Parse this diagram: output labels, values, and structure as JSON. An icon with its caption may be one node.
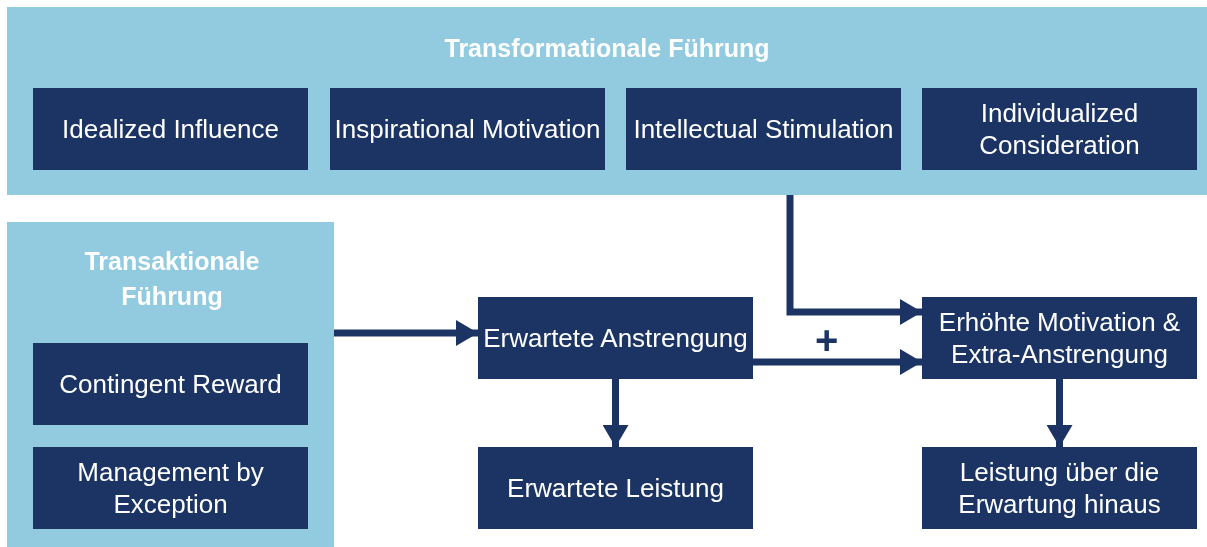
{
  "diagram": {
    "nodes": [
      {
        "text": [
          "Transformationale Führung"
        ]
      },
      {
        "text": [
          "Idealized Influence"
        ],
        "in": 0
      },
      {
        "text": [
          "Inspirational Motivation"
        ],
        "in": 0
      },
      {
        "text": [
          "Intellectual Stimulation"
        ],
        "in": 0
      },
      {
        "text": [
          "Individualized Consideration"
        ],
        "in": 0
      },
      {
        "text": [
          "Transaktionale Führung"
        ]
      },
      {
        "text": [
          "Contingent Reward"
        ],
        "in": 5
      },
      {
        "text": [
          "Management by Exception"
        ],
        "in": 5
      },
      {
        "text": [
          "Erwartete Anstrengung"
        ]
      },
      {
        "text": [
          "Erwartete Leistung"
        ]
      },
      {
        "text": [
          "Erhöhte Motivation & Extra-Anstrengung"
        ]
      },
      {
        "text": [
          "Leistung über die Erwartung hinaus"
        ]
      }
    ],
    "edges": [
      {
        "from": 0,
        "to": 10,
        "arrow": "to"
      },
      {
        "from": 5,
        "to": 8,
        "arrow": "to"
      },
      {
        "from": 8,
        "to": 10,
        "arrow": "to"
      },
      {
        "from": 8,
        "to": 9,
        "arrow": "to"
      },
      {
        "from": 10,
        "to": 11,
        "arrow": "to"
      }
    ],
    "labels": [
      "+"
    ]
  }
}
